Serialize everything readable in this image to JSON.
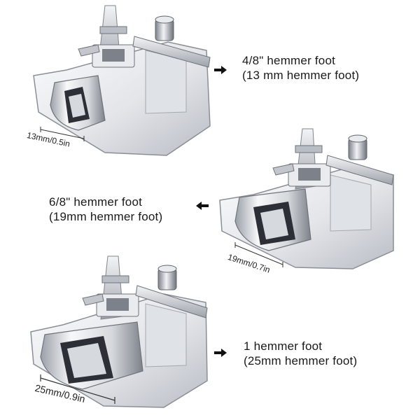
{
  "colors": {
    "metal_light": "#f4f5f7",
    "metal_mid": "#c9ccd2",
    "metal_dark": "#6e737b",
    "edge": "#8a8f96",
    "text": "#1a1a1a",
    "arrow": "#111111"
  },
  "feet": [
    {
      "caption_line1": "4/8\" hemmer foot",
      "caption_line2": "(13 mm hemmer foot)",
      "arrow_direction": "right",
      "measurement": "13mm/0.5in"
    },
    {
      "caption_line1": "6/8\" hemmer foot",
      "caption_line2": "(19mm hemmer foot)",
      "arrow_direction": "left",
      "measurement": "19mm/0.7in"
    },
    {
      "caption_line1": "1 hemmer foot",
      "caption_line2": "(25mm hemmer foot)",
      "arrow_direction": "right",
      "measurement": "25mm/0.9in"
    }
  ]
}
